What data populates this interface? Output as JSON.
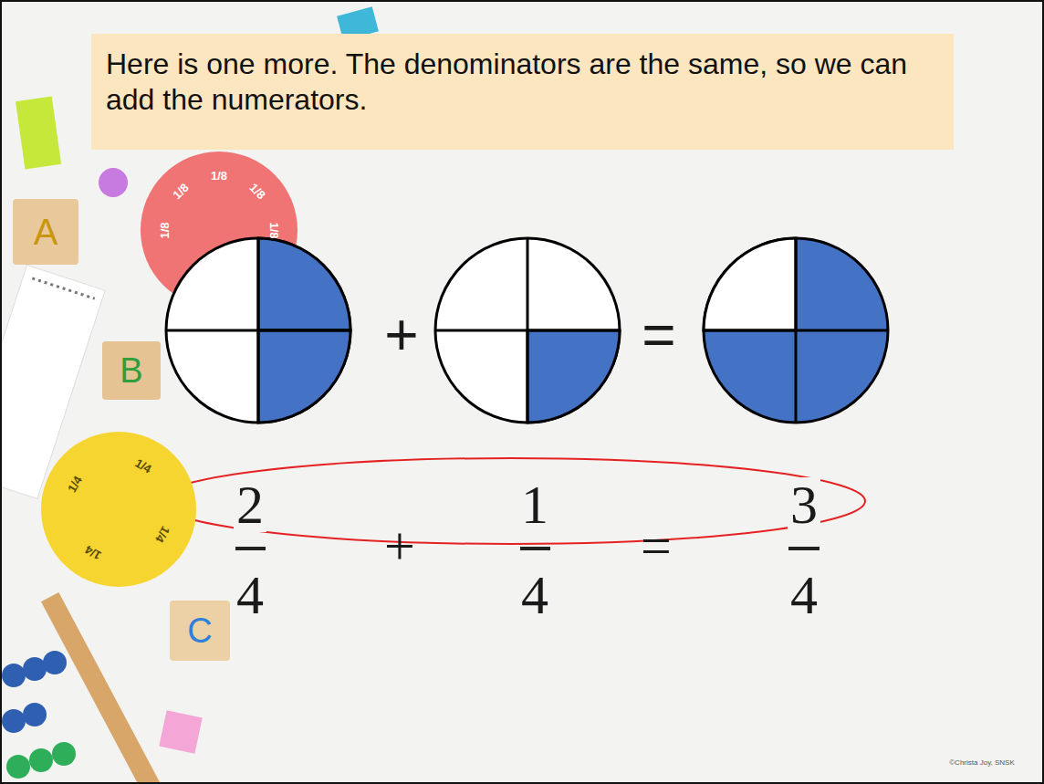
{
  "diagram": {
    "nodes": [
      {
        "text": [
          "Here is one more. The denominators are the same, so we can add the numerators."
        ]
      },
      {
        "text": [
          "1/8",
          "1/8",
          "1/8",
          "1/8",
          "1/8"
        ]
      },
      {
        "text": [
          "A"
        ]
      },
      {
        "text": [
          "B"
        ]
      },
      {
        "text": [
          "1/4",
          "1/4",
          "1/4",
          "1/4"
        ]
      },
      {
        "text": [
          "C"
        ]
      }
    ],
    "labels": [
      "+",
      "=",
      "2",
      "4",
      "+",
      "1",
      "4",
      "=",
      "3",
      "4",
      "©Christa Joy, SNSK"
    ]
  }
}
